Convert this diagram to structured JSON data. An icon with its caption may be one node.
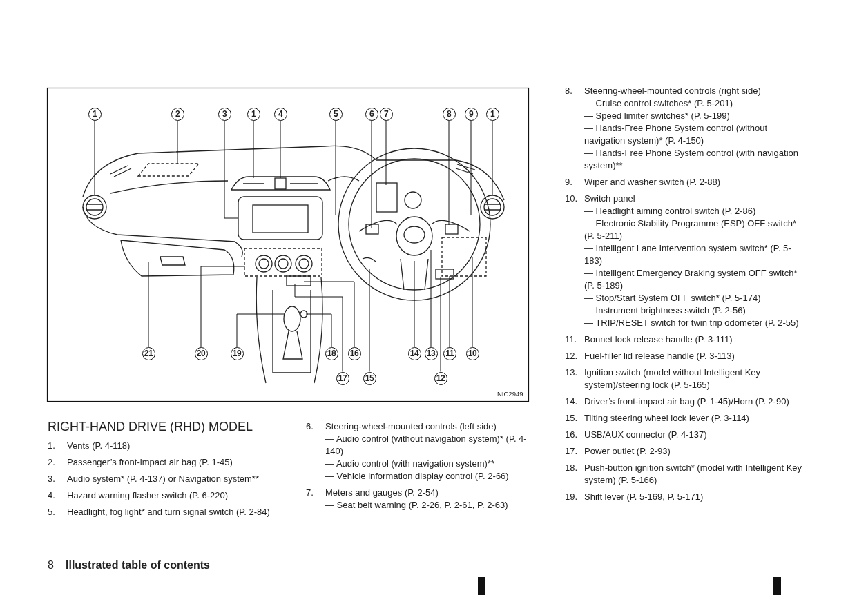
{
  "diagram": {
    "title": "RIGHT-HAND DRIVE (RHD) MODEL",
    "nodes": [
      {
        "text": [
          "1"
        ]
      },
      {
        "text": [
          "2"
        ]
      },
      {
        "text": [
          "3"
        ]
      },
      {
        "text": [
          "1"
        ]
      },
      {
        "text": [
          "4"
        ]
      },
      {
        "text": [
          "5"
        ]
      },
      {
        "text": [
          "6"
        ]
      },
      {
        "text": [
          "7"
        ]
      },
      {
        "text": [
          "8"
        ]
      },
      {
        "text": [
          "9"
        ]
      },
      {
        "text": [
          "1"
        ]
      },
      {
        "text": [
          "21"
        ]
      },
      {
        "text": [
          "20"
        ]
      },
      {
        "text": [
          "19"
        ]
      },
      {
        "text": [
          "18"
        ]
      },
      {
        "text": [
          "16"
        ]
      },
      {
        "text": [
          "14"
        ]
      },
      {
        "text": [
          "13"
        ]
      },
      {
        "text": [
          "11"
        ]
      },
      {
        "text": [
          "10"
        ]
      },
      {
        "text": [
          "17"
        ]
      },
      {
        "text": [
          "15"
        ]
      },
      {
        "text": [
          "12"
        ]
      }
    ],
    "edges": [
      {
        "from": 0,
        "to": null,
        "arrow": "none"
      },
      {
        "from": 1,
        "to": null,
        "arrow": "none"
      },
      {
        "from": 2,
        "to": null,
        "arrow": "none"
      },
      {
        "from": 3,
        "to": null,
        "arrow": "none"
      },
      {
        "from": 4,
        "to": null,
        "arrow": "none"
      },
      {
        "from": 5,
        "to": null,
        "arrow": "none"
      },
      {
        "from": 6,
        "to": null,
        "arrow": "none"
      },
      {
        "from": 7,
        "to": null,
        "arrow": "none"
      },
      {
        "from": 8,
        "to": null,
        "arrow": "none"
      },
      {
        "from": 9,
        "to": null,
        "arrow": "none"
      },
      {
        "from": 10,
        "to": null,
        "arrow": "none"
      },
      {
        "from": 11,
        "to": null,
        "arrow": "none"
      },
      {
        "from": 12,
        "to": null,
        "arrow": "none"
      },
      {
        "from": 13,
        "to": null,
        "arrow": "none"
      },
      {
        "from": 14,
        "to": null,
        "arrow": "none"
      },
      {
        "from": 15,
        "to": null,
        "arrow": "none"
      },
      {
        "from": 16,
        "to": null,
        "arrow": "none"
      },
      {
        "from": 17,
        "to": null,
        "arrow": "none"
      },
      {
        "from": 18,
        "to": null,
        "arrow": "none"
      },
      {
        "from": 19,
        "to": null,
        "arrow": "none"
      },
      {
        "from": 20,
        "to": null,
        "arrow": "none"
      },
      {
        "from": 21,
        "to": null,
        "arrow": "none"
      },
      {
        "from": 22,
        "to": null,
        "arrow": "none"
      }
    ],
    "labels": [
      "1.",
      "Vents (P. 4-118)",
      "2.",
      "Passenger’s front-impact air bag (P. 1-45)",
      "3.",
      "Audio system* (P. 4-137) or Navigation system**",
      "4.",
      "Hazard warning flasher switch (P. 6-220)",
      "5.",
      "Headlight, fog light* and turn signal switch (P. 2-84)",
      "6.",
      "Steering-wheel-mounted controls (left side)",
      "— Audio control (without navigation system)* (P. 4-140)",
      "— Audio control (with navigation system)**",
      "— Vehicle information display control (P. 2-66)",
      "7.",
      "Meters and gauges (P. 2-54)",
      "— Seat belt warning (P. 2-26, P. 2-61, P. 2-63)",
      "8.",
      "Steering-wheel-mounted controls (right side)",
      "— Cruise control switches* (P. 5-201)",
      "— Speed limiter switches* (P. 5-199)",
      "— Hands-Free Phone System control (without navigation system)* (P. 4-150)",
      "— Hands-Free Phone System control (with navigation system)**",
      "9.",
      "Wiper and washer switch (P. 2-88)",
      "10.",
      "Switch panel",
      "— Headlight aiming control switch (P. 2-86)",
      "— Electronic Stability Programme (ESP) OFF switch* (P. 5-211)",
      "— Intelligent Lane Intervention system switch* (P. 5-183)",
      "— Intelligent Emergency Braking system OFF switch* (P. 5-189)",
      "— Stop/Start System OFF switch* (P. 5-174)",
      "— Instrument brightness switch (P. 2-56)",
      "— TRIP/RESET switch for twin trip odometer (P. 2-55)",
      "11.",
      "Bonnet lock release handle (P. 3-111)",
      "12.",
      "Fuel-filler lid release handle (P. 3-113)",
      "13.",
      "Ignition switch (model without Intelligent Key system)/steering lock (P. 5-165)",
      "14.",
      "Driver’s front-impact air bag (P. 1-45)/Horn (P. 2-90)",
      "15.",
      "Tilting steering wheel lock lever (P. 3-114)",
      "16.",
      "USB/AUX connector (P. 4-137)",
      "17.",
      "Power outlet (P. 2-93)",
      "18.",
      "Push-button ignition switch* (model with Intelligent Key system) (P. 5-166)",
      "19.",
      "Shift lever (P. 5-169, P. 5-171)",
      "NIC2949",
      "8",
      "Illustrated table of contents"
    ]
  }
}
